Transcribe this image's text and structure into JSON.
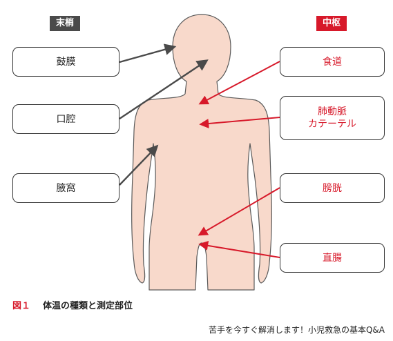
{
  "colors": {
    "skin": "#f8d9cb",
    "outline": "#5a5a5a",
    "gray_arrow": "#4a4a4a",
    "red_arrow": "#d7192a",
    "peripheral_tag_bg": "#4a4a4a",
    "central_tag_bg": "#d7192a"
  },
  "tags": {
    "peripheral": "末梢",
    "central": "中枢"
  },
  "peripheral_sites": {
    "tympanic": "鼓膜",
    "oral": "口腔",
    "axillary": "腋窩"
  },
  "central_sites": {
    "esophagus": "食道",
    "artery_line1": "肺動脈",
    "artery_line2": "カテーテル",
    "bladder": "膀胱",
    "rectum": "直腸"
  },
  "caption": {
    "number": "図１",
    "title": "体温の種類と測定部位"
  },
  "footer": "苦手を今すぐ解消します！小児救急の基本Q&A"
}
